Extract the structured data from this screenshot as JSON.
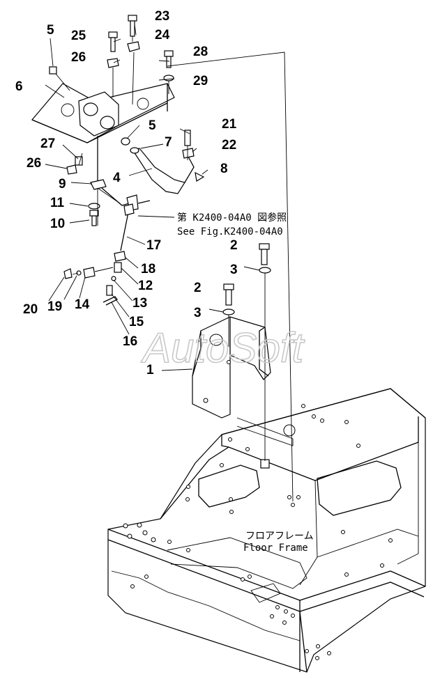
{
  "callouts": [
    "23",
    "24",
    "25",
    "5",
    "26",
    "28",
    "29",
    "6",
    "5",
    "21",
    "7",
    "22",
    "27",
    "26",
    "4",
    "8",
    "9",
    "11",
    "10",
    "17",
    "2",
    "3",
    "18",
    "12",
    "20",
    "19",
    "14",
    "13",
    "2",
    "3",
    "15",
    "16",
    "1"
  ],
  "reference_note": {
    "line1": "第 K2400-04A0 図参照",
    "line2": "See Fig.K2400-04A0"
  },
  "frame_label": {
    "jp": "フロアフレーム",
    "en": "Floor Frame"
  },
  "watermark": "AutoSoft"
}
